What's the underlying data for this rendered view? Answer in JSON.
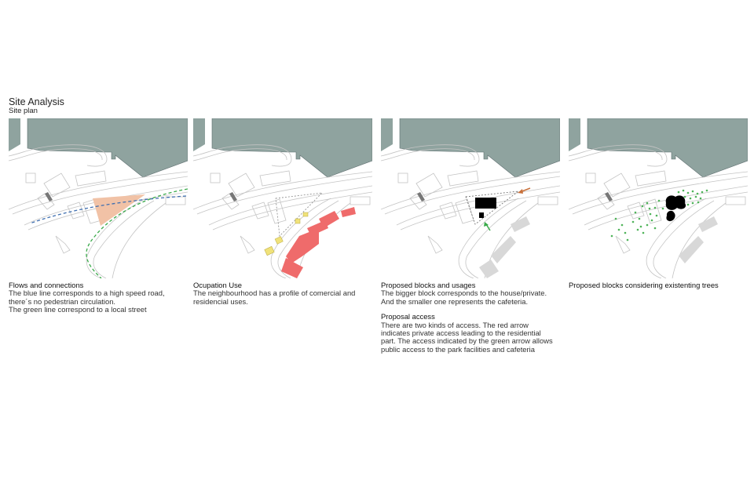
{
  "header": {
    "title": "Site Analysis",
    "subtitle": "Site plan"
  },
  "colors": {
    "water": "#8fa39f",
    "road": "#c9c9c9",
    "blue_line": "#3f6fb0",
    "green_line": "#3aaa4a",
    "plot": "#f1c2a6",
    "commercial": "#f0e27a",
    "residential": "#ef6b6b",
    "private_arrow": "#c8703a",
    "block": "#000000",
    "tree": "#4fb45a"
  },
  "panels": [
    {
      "heading": "Flows and connections",
      "lines": [
        "The blue line corresponds to a high speed road,",
        "there´s no pedestrian circulation.",
        "The green line correspond to a local street"
      ]
    },
    {
      "heading": "Ocupation Use",
      "lines": [
        "The neighbourhood has a profile  of comercial and",
        "residencial uses."
      ]
    },
    {
      "heading": "Proposed blocks and usages",
      "lines": [
        "The bigger block corresponds to the house/private.",
        "And the smaller one represents the cafeteria."
      ],
      "heading2": "Proposal access",
      "lines2": [
        "There are two kinds of access. The red arrow",
        "indicates private access leading to the residential",
        "part. The access indicated by the green arrow allows",
        "public access to the park facilities and cafeteria"
      ]
    },
    {
      "heading": "Proposed blocks considering existenting trees",
      "lines": []
    }
  ]
}
